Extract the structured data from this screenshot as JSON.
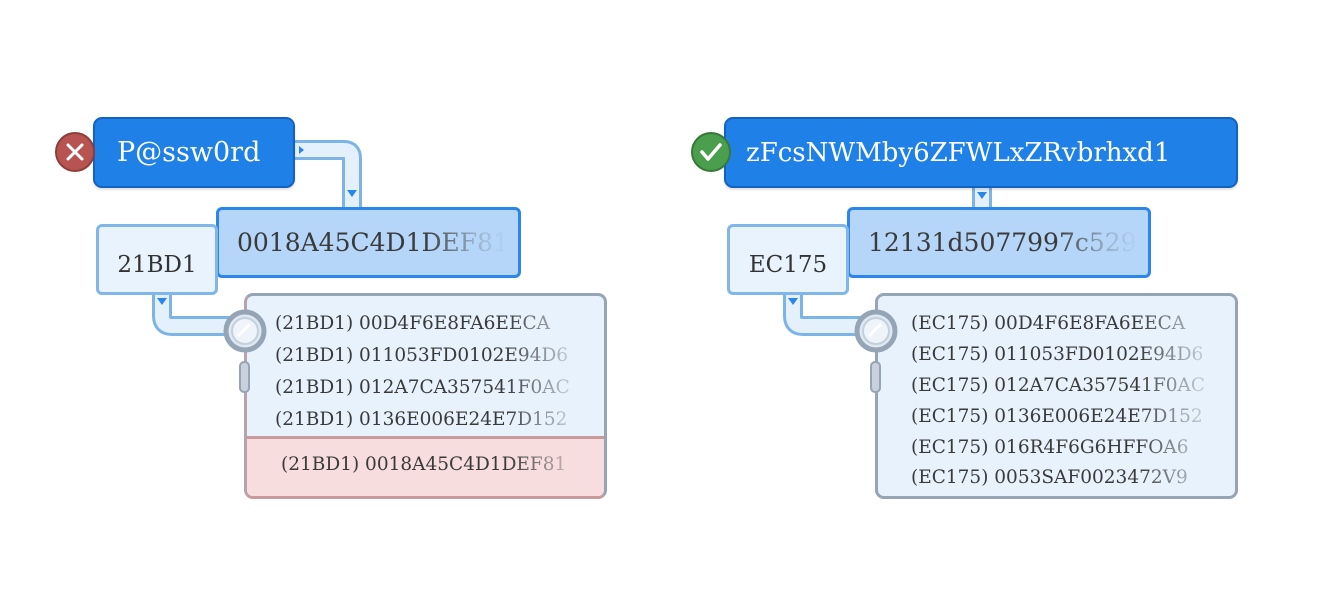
{
  "left": {
    "status_icon": "x-icon",
    "status_color": "#b85450",
    "password": "P@ssw0rd",
    "salt": "21BD1",
    "hash": "0018A45C4D1DEF81",
    "matches": [
      "(21BD1) 00D4F6E8FA6EECA",
      "(21BD1) 011053FD0102E94D6",
      "(21BD1) 012A7CA357541F0AC",
      "(21BD1) 0136E006E24E7D152"
    ],
    "match_found": "(21BD1) 0018A45C4D1DEF81"
  },
  "right": {
    "status_icon": "check-icon",
    "status_color": "#4a9e4e",
    "password": "zFcsNWMby6ZFWLxZRvbrhxd1",
    "salt": "EC175",
    "hash": "12131d5077997c529",
    "matches": [
      "(EC175) 00D4F6E8FA6EECA",
      "(EC175) 011053FD0102E94D6",
      "(EC175) 012A7CA357541F0AC",
      "(EC175) 0136E006E24E7D152",
      "(EC175) 016R4F6G6HFFOA6",
      "(EC175) 0053SAF0023472V9"
    ]
  }
}
